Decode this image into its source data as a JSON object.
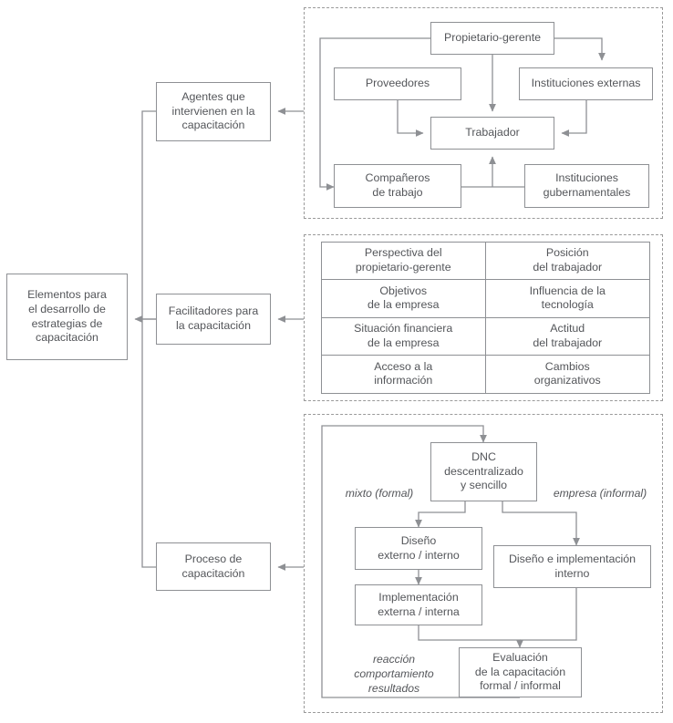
{
  "diagram": {
    "title": "Elementos para el desarrollo de estrategias de capacitación",
    "line_color": "#8e9094",
    "text_color": "#54565a",
    "dash_color": "#9a9a9a"
  },
  "spine": {
    "root": "Elementos para\nel desarrollo de\nestrategias de\ncapacitación",
    "branches": [
      {
        "id": "agentes",
        "label": "Agentes que\nintervienen en la\ncapacitación"
      },
      {
        "id": "facilitadores",
        "label": "Facilitadores para\nla capacitación"
      },
      {
        "id": "proceso",
        "label": "Proceso de\ncapacitación"
      }
    ]
  },
  "panel_agentes": {
    "nodes": [
      {
        "id": "propietario",
        "label": "Propietario-gerente"
      },
      {
        "id": "proveedores",
        "label": "Proveedores"
      },
      {
        "id": "inst_externas",
        "label": "Instituciones externas"
      },
      {
        "id": "trabajador",
        "label": "Trabajador"
      },
      {
        "id": "companeros",
        "label": "Compañeros\nde trabajo"
      },
      {
        "id": "inst_gubernamentales",
        "label": "Instituciones\ngubernamentales"
      }
    ]
  },
  "panel_facilitadores": {
    "rows": [
      {
        "left": "Perspectiva del\npropietario-gerente",
        "right": "Posición\ndel trabajador"
      },
      {
        "left": "Objetivos\nde la empresa",
        "right": "Influencia de la\ntecnología"
      },
      {
        "left": "Situación financiera\nde la empresa",
        "right": "Actitud\ndel trabajador"
      },
      {
        "left": "Acceso a la\ninformación",
        "right": "Cambios\norganizativos"
      }
    ]
  },
  "panel_proceso": {
    "nodes": [
      {
        "id": "dnc",
        "label": "DNC\ndescentralizado\ny sencillo"
      },
      {
        "id": "diseno_ext_int",
        "label": "Diseño\nexterno / interno"
      },
      {
        "id": "implementacion",
        "label": "Implementación\nexterna / interna"
      },
      {
        "id": "diseno_impl_interno",
        "label": "Diseño e implementación\ninterno"
      },
      {
        "id": "evaluacion",
        "label": "Evaluación\nde la capacitación\nformal / informal"
      }
    ],
    "annotations": [
      {
        "id": "mixto",
        "label": "mixto (formal)"
      },
      {
        "id": "empresa",
        "label": "empresa (informal)"
      },
      {
        "id": "resultados",
        "label": "reacción\ncomportamiento\nresultados"
      }
    ]
  }
}
